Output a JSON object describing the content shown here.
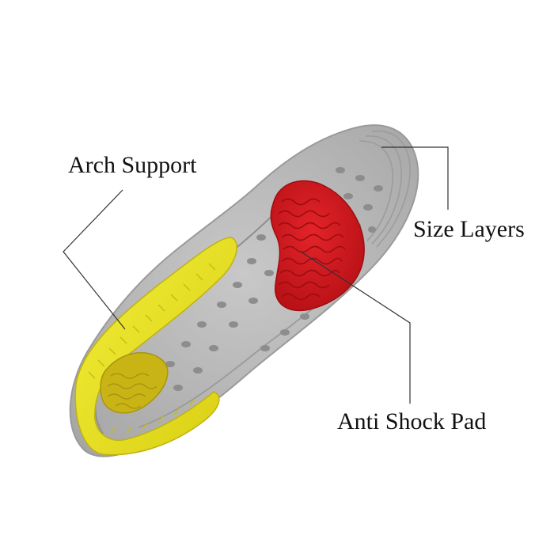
{
  "callouts": {
    "arch_support": "Arch Support",
    "size_layers": "Size Layers",
    "anti_shock_pad": "Anti Shock Pad"
  },
  "colors": {
    "background": "#ffffff",
    "insole_gray": "#b9b9b9",
    "arch_yellow": "#e8e21a",
    "heel_pad_yellow": "#c9b416",
    "forefoot_pad_red": "#d8171c",
    "leader_line": "#333333"
  }
}
